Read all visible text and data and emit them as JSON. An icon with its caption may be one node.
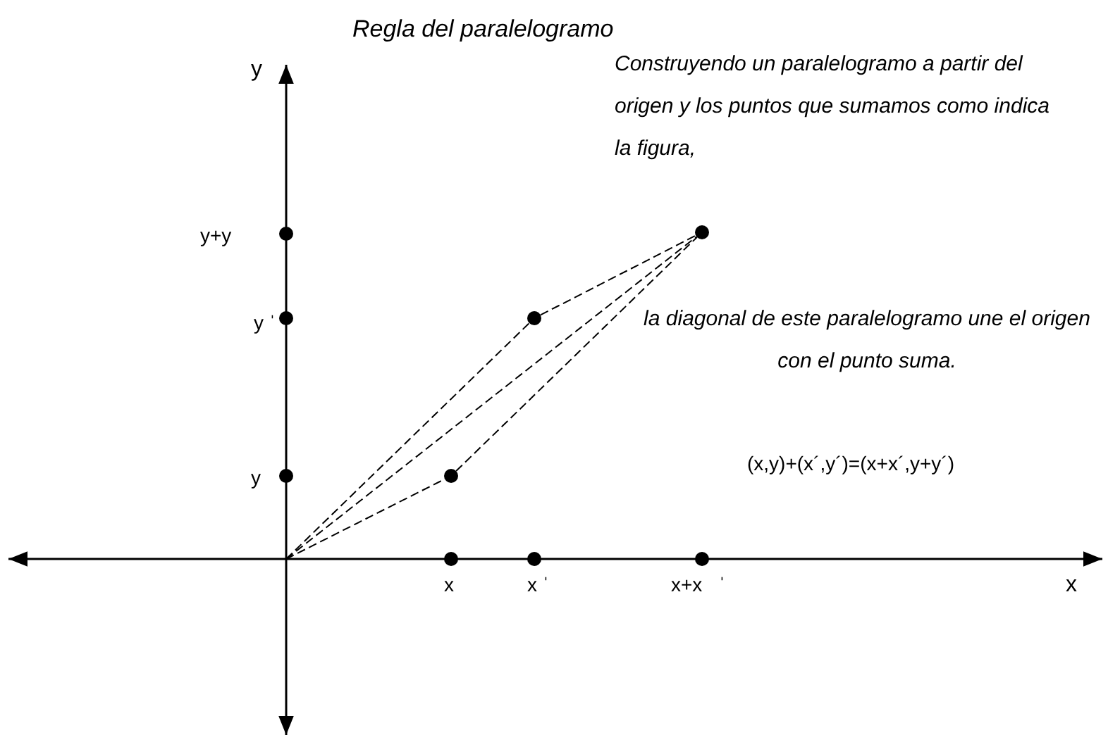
{
  "diagram": {
    "title": "Regla del paralelogramo",
    "nodes": [
      {
        "text": [],
        "shape": "circle"
      },
      {
        "text": [],
        "shape": "circle"
      },
      {
        "text": [],
        "shape": "circle"
      }
    ],
    "edges": [
      {
        "from": null,
        "to": 0,
        "arrow": "none",
        "style": "dashed"
      },
      {
        "from": null,
        "to": 1,
        "arrow": "none",
        "style": "dashed"
      },
      {
        "from": null,
        "to": 2,
        "arrow": "none",
        "style": "dashed"
      },
      {
        "from": 0,
        "to": 2,
        "arrow": "none",
        "style": "dashed"
      },
      {
        "from": 1,
        "to": 2,
        "arrow": "none",
        "style": "dashed"
      }
    ],
    "labels": [
      "y",
      "Construyendo un paralelogramo a partir del origen y los puntos que sumamos como indica la figura,",
      "y+y",
      "y ˈ",
      "la diagonal de este paralelogramo une el origen con el punto suma.",
      "y",
      "(x,y)+(x´,y´)=(x+x´,y+y´)",
      "x",
      "x ˈ",
      "x+x   ˈ",
      "x"
    ]
  }
}
